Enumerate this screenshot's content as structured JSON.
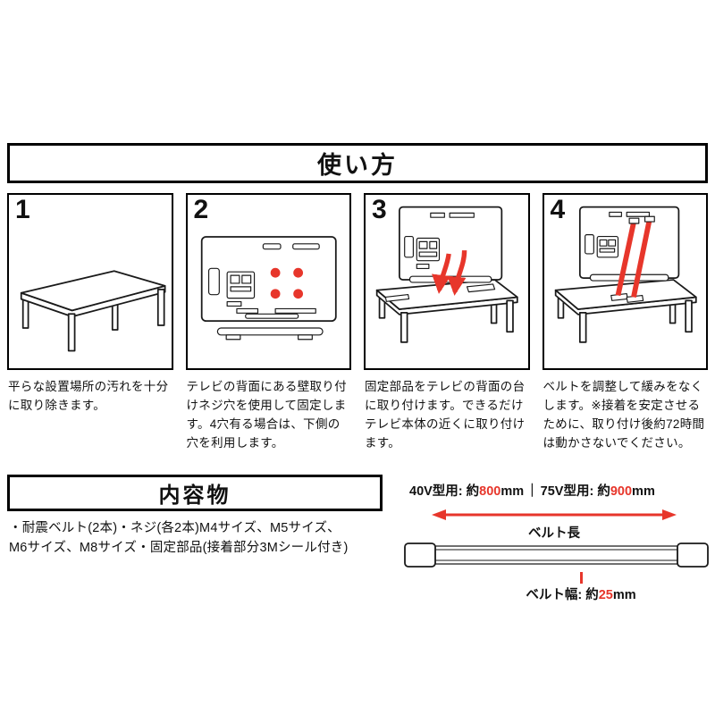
{
  "colors": {
    "accent": "#e7362b",
    "ink": "#1a1a1a"
  },
  "usage": {
    "title": "使い方",
    "steps": [
      {
        "number": "1",
        "caption": "平らな設置場所の汚れを十分に取り除きます。",
        "illustration": "low-table"
      },
      {
        "number": "2",
        "caption": "テレビの背面にある壁取り付けネジ穴を使用して固定します。4穴有る場合は、下側の穴を利用します。",
        "illustration": "tv-back-screw-holes"
      },
      {
        "number": "3",
        "caption": "固定部品をテレビの背面の台に取り付けます。できるだけテレビ本体の近くに取り付けます。",
        "illustration": "attach-fixing-parts"
      },
      {
        "number": "4",
        "caption": "ベルトを調整して緩みをなくします。※接着を安定させるために、取り付け後約72時間は動かさないでください。",
        "illustration": "tighten-belts"
      }
    ]
  },
  "contents": {
    "title": "内容物",
    "lines": [
      "・耐震ベルト(2本)・ネジ(各2本)M4サイズ、M5サイズ、",
      "M6サイズ、M8サイズ・固定部品(接着部分3Mシール付き)"
    ]
  },
  "belt_spec": {
    "size_40v_prefix": "40V型用: 約",
    "size_40v_value": "800",
    "size_40v_unit": "mm",
    "separator": "｜",
    "size_75v_prefix": "75V型用: 約",
    "size_75v_value": "900",
    "size_75v_unit": "mm",
    "length_label": "ベルト長",
    "width_prefix": "ベルト幅: 約",
    "width_value": "25",
    "width_unit": "mm"
  }
}
